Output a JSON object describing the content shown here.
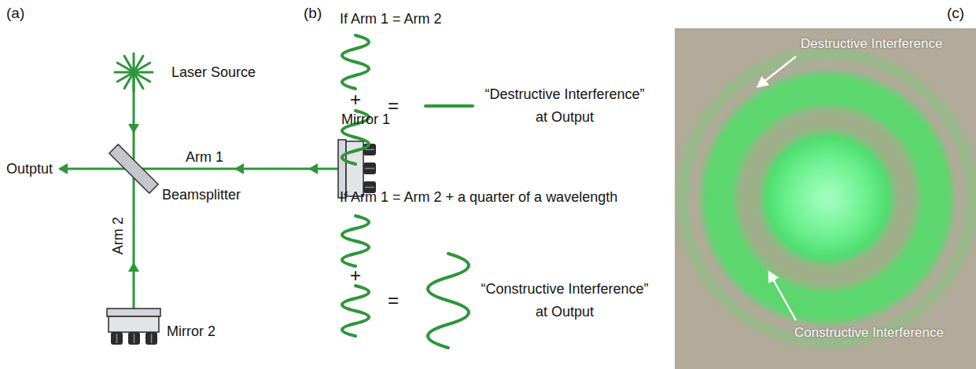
{
  "diagram": {
    "labels": [
      "(a)",
      "Laser Source",
      "Mirror 1",
      "Outptut",
      "Arm 1",
      "Beamsplitter",
      "Arm 2",
      "Mirror 2",
      "(b)",
      "If Arm 1 = Arm 2",
      "+",
      "=",
      "“Destructive Interference” at Output",
      "If Arm 1 = Arm 2 + a quarter of a wavelength",
      "+",
      "=",
      "“Constructive Interference” at Output",
      "(c)",
      "Destructive Interference",
      "Constructive Interference"
    ]
  }
}
